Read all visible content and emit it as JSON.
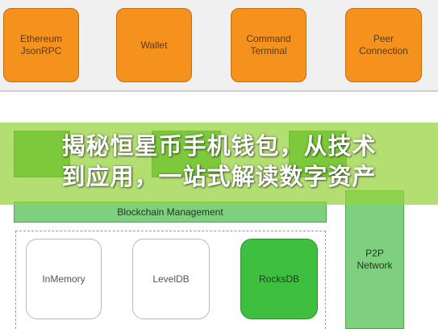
{
  "diagram": {
    "top_row": [
      {
        "id": "ethereum-jsonrpc",
        "label": "Ethereum\nJsonRPC"
      },
      {
        "id": "wallet",
        "label": "Wallet"
      },
      {
        "id": "command-terminal",
        "label": "Command\nTerminal"
      },
      {
        "id": "peer-connection",
        "label": "Peer\nConnection"
      }
    ],
    "blockchain_management": "Blockchain Management",
    "p2p_network": "P2P\nNetwork",
    "storage": [
      {
        "id": "inmemory",
        "label": "InMemory"
      },
      {
        "id": "leveldb",
        "label": "LevelDB"
      },
      {
        "id": "rocksdb",
        "label": "RocksDB"
      }
    ],
    "colors": {
      "orange": "#f5921e",
      "green": "#39b339",
      "light_green": "#7ed07e",
      "overlay": "#96d23c"
    }
  },
  "headline": {
    "line1": "揭秘恒星币手机钱包，从技术",
    "line2": "到应用，一站式解读数字资产"
  }
}
